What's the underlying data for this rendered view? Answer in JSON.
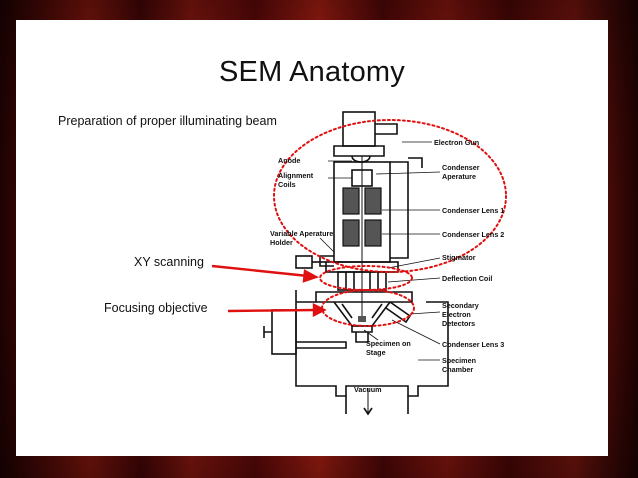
{
  "slide": {
    "title": "SEM Anatomy",
    "annotations": {
      "beam": "Preparation of proper illuminating beam",
      "xy": "XY scanning",
      "focus": "Focusing objective"
    }
  },
  "diagram": {
    "labels": {
      "electron_gun": "Electron Gun",
      "anode": "Anode",
      "alignment_coils_1": "Alignment",
      "alignment_coils_2": "Coils",
      "condenser_aperature_1": "Condenser",
      "condenser_aperature_2": "Aperature",
      "condenser_lens_1": "Condenser Lens 1",
      "variable_aperature_1": "Variable Aperature",
      "variable_aperature_2": "Holder",
      "condenser_lens_2": "Condenser Lens 2",
      "stigmator": "Stigmator",
      "deflection_coil": "Deflection Coil",
      "secondary_1": "Secondary",
      "secondary_2": "Electron",
      "secondary_3": "Detectors",
      "specimen_stage_1": "Specimen on",
      "specimen_stage_2": "Stage",
      "condenser_lens_3": "Condenser Lens 3",
      "specimen_chamber_1": "Specimen",
      "specimen_chamber_2": "Chamber",
      "vacuum": "Vacuum"
    }
  },
  "colors": {
    "accent_red": "#e01010",
    "ink": "#111111",
    "slide_bg": "#ffffff"
  }
}
